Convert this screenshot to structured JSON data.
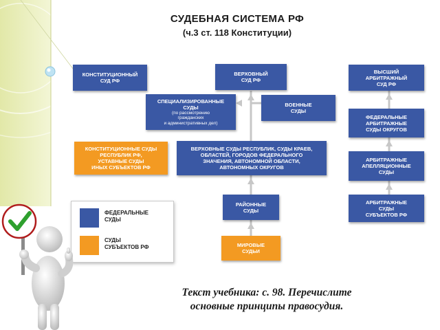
{
  "title": {
    "line1": "СУДЕБНАЯ СИСТЕМА РФ",
    "line2": "(ч.3 ст. 118 Конституции)"
  },
  "colors": {
    "federal": "#3a58a4",
    "subject": "#f39a22",
    "accent_left_panel": "#dfe6a2"
  },
  "boxes": {
    "constitutional_rf": [
      "КОНСТИТУЦИОННЫЙ",
      "СУД РФ"
    ],
    "supreme_rf": [
      "ВЕРХОВНЫЙ",
      "СУД РФ"
    ],
    "higher_arbitration": [
      "ВЫСШИЙ",
      "АРБИТРАЖНЫЙ",
      "СУД РФ"
    ],
    "specialized": {
      "lines": [
        "СПЕЦИАЛИЗИРОВАННЫЕ",
        "СУДЫ"
      ],
      "note": [
        "(по рассмотрению",
        "гражданских",
        "и административных дел)"
      ]
    },
    "military": [
      "ВОЕННЫЕ",
      "СУДЫ"
    ],
    "federal_arbitration_districts": [
      "ФЕДЕРАЛЬНЫЕ",
      "АРБИТРАЖНЫЕ",
      "СУДЫ ОКРУГОВ"
    ],
    "constitutional_subjects": [
      "КОНСТИТУЦИОННЫЕ СУДЫ",
      "РЕСПУБЛИК РФ,",
      "УСТАВНЫЕ СУДЫ",
      "ИНЫХ СУБЪЕКТОВ РФ"
    ],
    "supreme_republics": [
      "ВЕРХОВНЫЕ СУДЫ РЕСПУБЛИК, СУДЫ КРАЕВ,",
      "ОБЛАСТЕЙ, ГОРОДОВ ФЕДЕРАЛЬНОГО",
      "ЗНАЧЕНИЯ, АВТОНОМНОЙ ОБЛАСТИ,",
      "АВТОНОМНЫХ ОКРУГОВ"
    ],
    "arbitration_appeal": [
      "АРБИТРАЖНЫЕ",
      "АПЕЛЛЯЦИОННЫЕ",
      "СУДЫ"
    ],
    "district": [
      "РАЙОННЫЕ",
      "СУДЫ"
    ],
    "arbitration_subjects": [
      "АРБИТРАЖНЫЕ",
      "СУДЫ",
      "СУБЪЕКТОВ РФ"
    ],
    "magistrates": [
      "МИРОВЫЕ",
      "СУДЬИ"
    ]
  },
  "legend": {
    "federal": [
      "ФЕДЕРАЛЬНЫЕ",
      "СУДЫ"
    ],
    "subject": [
      "СУДЫ",
      "СУБЪЕКТОВ РФ"
    ]
  },
  "caption": {
    "line1": "Текст учебника: с. 98. Перечислите",
    "line2": "основные принципы правосудия."
  },
  "figure": {
    "sign_icon": "checkmark-icon"
  }
}
